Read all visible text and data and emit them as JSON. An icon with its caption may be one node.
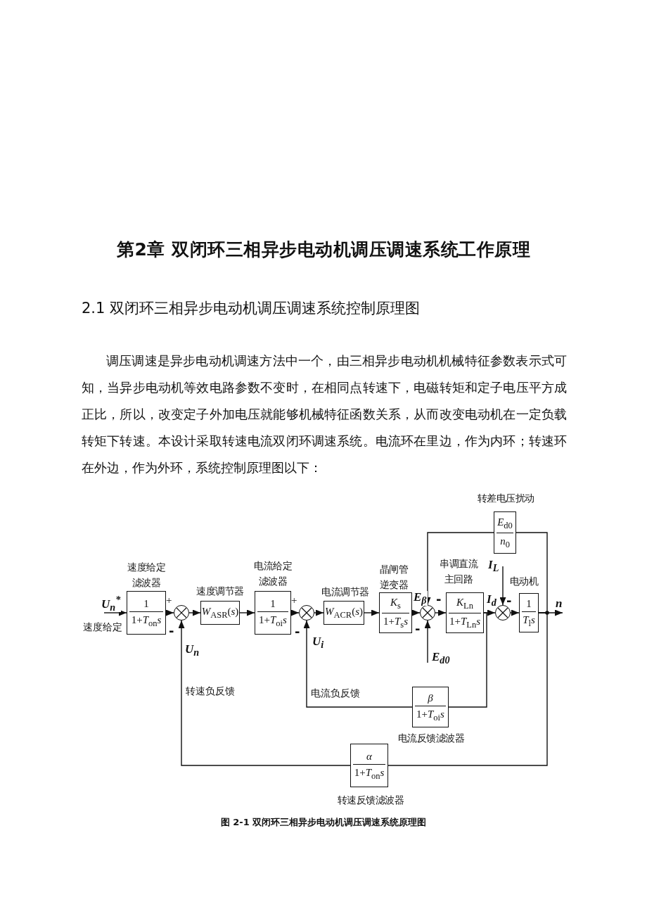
{
  "diagram": {
    "title": "第2章 双闭环三相异步电动机调压调速系统工作原理",
    "caption": "图 2-1 双闭环三相异步电动机调压调速系统原理图",
    "nodes": [
      {
        "text": [
          "1",
          "1+*T*$_{on}$*s*"
        ],
        "beside": [
          "速度给定滤波器"
        ]
      },
      {
        "text": [],
        "shape": "circle"
      },
      {
        "text": [
          "*W*$_{ASR}$(*s*)"
        ],
        "beside": [
          "速度调节器"
        ]
      },
      {
        "text": [
          "1",
          "1+*T*$_{oi}$*s*"
        ],
        "beside": [
          "电流给定滤波器"
        ]
      },
      {
        "text": [],
        "shape": "circle"
      },
      {
        "text": [
          "*W*$_{ACR}$(*s*)"
        ],
        "beside": [
          "电流调节器"
        ]
      },
      {
        "text": [
          "*K*$_{s}$",
          "1+*T*$_{s}$*s*"
        ],
        "beside": [
          "晶闸管逆变器"
        ]
      },
      {
        "text": [],
        "shape": "circle"
      },
      {
        "text": [
          "*K*$_{Ln}$",
          "1+*T*$_{Ln}$*s*"
        ],
        "beside": [
          "串调直流主回路"
        ]
      },
      {
        "text": [],
        "shape": "circle"
      },
      {
        "text": [
          "1",
          "*T*$_{l}$*s*"
        ],
        "beside": [
          "电动机"
        ]
      },
      {
        "text": [
          "*E*$_{d0}$",
          "*n*$_{0}$"
        ],
        "beside": [
          "转差电压扰动"
        ]
      },
      {
        "text": [
          "*β*",
          "1+*T*$_{oi}$*s*"
        ],
        "beside": [
          "电流反馈滤波器"
        ]
      },
      {
        "text": [
          "*α*",
          "1+*T*$_{on}$*s*"
        ],
        "beside": [
          "转速反馈滤波器"
        ]
      }
    ],
    "edges": [
      {
        "from": null,
        "to": 0,
        "arrow": "to",
        "label": "U$_{n}$$^{*}$"
      },
      {
        "from": 0,
        "to": 1,
        "arrow": "to"
      },
      {
        "from": 1,
        "to": 2,
        "arrow": "to"
      },
      {
        "from": 2,
        "to": 3,
        "arrow": "to"
      },
      {
        "from": 3,
        "to": 4,
        "arrow": "to"
      },
      {
        "from": 4,
        "to": 5,
        "arrow": "to"
      },
      {
        "from": 5,
        "to": 6,
        "arrow": "to"
      },
      {
        "from": 6,
        "to": 7,
        "arrow": "to",
        "label": "E$_{β}$"
      },
      {
        "from": 7,
        "to": 8,
        "arrow": "to"
      },
      {
        "from": 8,
        "to": 9,
        "arrow": "to",
        "label": "I$_{d}$"
      },
      {
        "from": 9,
        "to": 10,
        "arrow": "to"
      },
      {
        "from": 10,
        "to": null,
        "arrow": "to",
        "label": "n"
      },
      {
        "from": 10,
        "to": 11,
        "arrow": "none"
      },
      {
        "from": 11,
        "to": 7,
        "arrow": "to"
      },
      {
        "from": 8,
        "to": 12,
        "arrow": "none"
      },
      {
        "from": 12,
        "to": 4,
        "arrow": "to",
        "label": "U$_{i}$"
      },
      {
        "from": 10,
        "to": 13,
        "arrow": "none"
      },
      {
        "from": 13,
        "to": 1,
        "arrow": "to",
        "label": "U$_{n}$"
      },
      {
        "from": null,
        "to": 7,
        "arrow": "to",
        "label": "E$_{d0}$"
      },
      {
        "from": null,
        "to": 9,
        "arrow": "to",
        "label": "I$_{L}$"
      }
    ],
    "labels": [
      "2.1 双闭环三相异步电动机调压调速系统控制原理图",
      "调压调速是异步电动机调速方法中一个，由三相异步电动机机械特征参数表示式可知，当异步电动机等效电路参数不变时，在相同点转速下，电磁转矩和定子电压平方成正比，所以，改变定子外加电压就能够机械特征函数关系，从而改变电动机在一定负载转矩下转速。本设计采取转速电流双闭环调速系统。电流环在里边，作为内环；转速环在外边，作为外环，系统控制原理图以下：",
      "速度给定",
      "+",
      "-",
      "+",
      "-",
      "-",
      "-",
      "-",
      "转速负反馈",
      "电流负反馈"
    ]
  }
}
